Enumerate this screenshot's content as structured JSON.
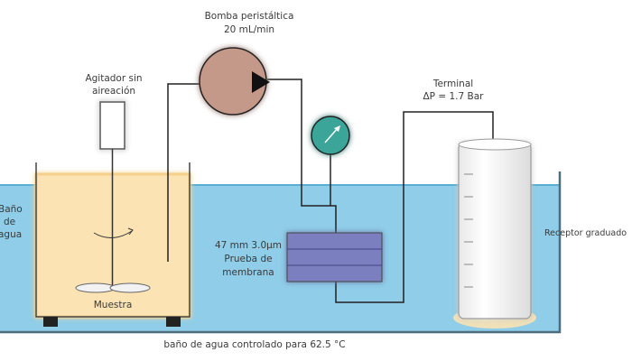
{
  "labels": {
    "pump_line1": "Bomba peristáltica",
    "pump_line2": "20 mL/min",
    "stirrer_line1": "Agitador sin",
    "stirrer_line2": "aireación",
    "terminal_line1": "Terminal",
    "terminal_line2": "ΔP = 1.7 Bar",
    "left_bath_line1": "Baño",
    "left_bath_line2": "de",
    "left_bath_line3": "agua",
    "membrane_line1": "47 mm 3.0µm",
    "membrane_line2": "Prueba de",
    "membrane_line3": "membrana",
    "sample": "Muestra",
    "receiver": "Receptor graduado",
    "bottom_caption": "baño de agua controlado para 62.5 °C"
  },
  "colors": {
    "water": "#8fcde8",
    "water_edge": "#5aaed3",
    "sample_vessel": "#fbe3b4",
    "pump": "#c4998a",
    "gauge": "#3aa59a",
    "membrane": "#7b7fbf",
    "line": "#222222"
  }
}
